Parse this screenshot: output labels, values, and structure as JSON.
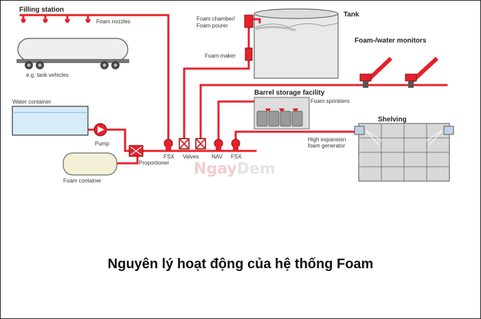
{
  "colors": {
    "pipe": "#e8202a",
    "pipe_dark": "#b7141c",
    "tank_body": "#e9e9e9",
    "water": "#d6ecf8",
    "foam_container": "#f4f0d8",
    "shelving": "#bfbfbf"
  },
  "labels": {
    "filling_station": "Filling station",
    "foam_nozzles": "Foam nozzles",
    "tank_vehicles": "e.g. tank vehicles",
    "water_container": "Water container",
    "pump": "Pump",
    "foam_container": "Foam container",
    "proportioner": "Proportioner",
    "fsx_1": "FSX",
    "valves": "Valves",
    "nav": "NAV",
    "fsx_2": "FSX",
    "foam_chamber_1": "Foam chamber/",
    "foam_chamber_2": "Foam pourer",
    "tank": "Tank",
    "foam_maker": "Foam maker",
    "monitors": "Foam-/water monitors",
    "barrel_storage": "Barrel storage facility",
    "foam_sprinklers": "Foam sprinklers",
    "shelving": "Shelving",
    "high_expansion_1": "High expansion",
    "high_expansion_2": "foam generator"
  },
  "watermark": {
    "part1": "Ngay",
    "part2": "Dem"
  },
  "caption": "Nguyên lý hoạt động của hệ thống Foam"
}
